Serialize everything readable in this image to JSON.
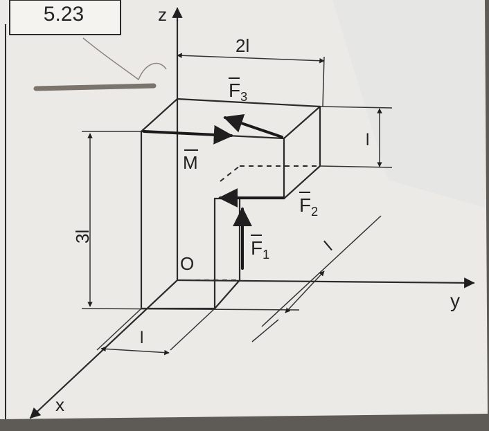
{
  "problem_number": "5.23",
  "axes": {
    "x": "x",
    "y": "y",
    "z": "z",
    "origin": "O"
  },
  "vectors": {
    "F1": "F",
    "F1_sub": "1",
    "F2": "F",
    "F2_sub": "2",
    "F3": "F",
    "F3_sub": "3",
    "M": "M"
  },
  "dimensions": {
    "top_width": "2l",
    "height": "3l",
    "step_height": "l",
    "bottom_depth": "l",
    "right_depth": "l"
  },
  "colors": {
    "paper": "#eceae6",
    "ink": "#1f1f1f",
    "table": "#5e5a55"
  }
}
